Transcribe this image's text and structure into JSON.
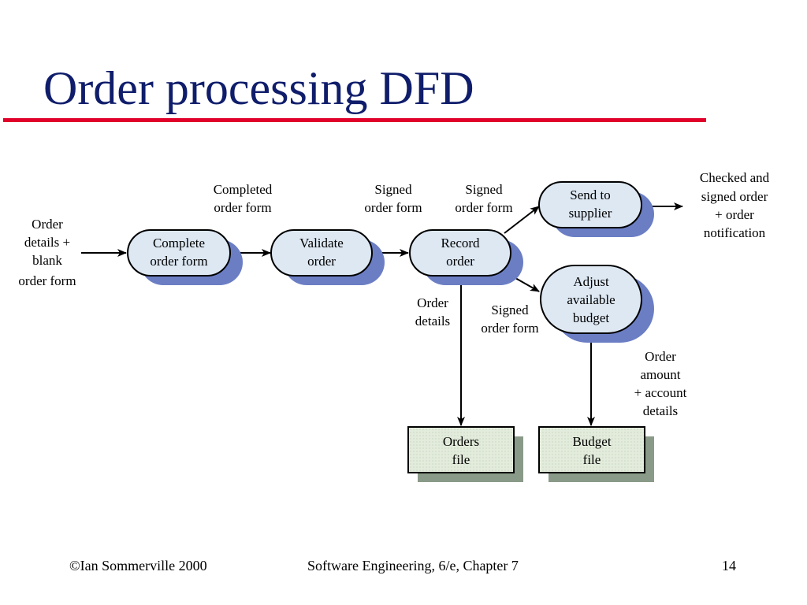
{
  "title": "Order processing DFD",
  "footer": {
    "left": "©Ian Sommerville 2000",
    "center": "Software Engineering, 6/e, Chapter 7",
    "page": "14"
  },
  "colors": {
    "title": "#0f1d6b",
    "rule": "#e0002a",
    "process_fill": "#dde8f3",
    "shadow": "#6b7ec4",
    "store_fill": "#e3ecdc",
    "store_shadow": "#8a9a88"
  },
  "processes": {
    "complete": [
      "Complete",
      "order form"
    ],
    "validate": [
      "Validate",
      "order"
    ],
    "record": [
      "Record",
      "order"
    ],
    "send": [
      "Send to",
      "supplier"
    ],
    "adjust": [
      "Adjust",
      "available",
      "budget"
    ]
  },
  "stores": {
    "orders": [
      "Orders",
      "file"
    ],
    "budget": [
      "Budget",
      "file"
    ]
  },
  "flows": {
    "input": [
      "Order",
      "details +",
      "blank",
      "order form"
    ],
    "completed": [
      "Completed",
      "order form"
    ],
    "signed1": [
      "Signed",
      "order form"
    ],
    "signed2": [
      "Signed",
      "order form"
    ],
    "output": [
      "Checked and",
      "signed order",
      "+ order",
      "notification"
    ],
    "order_details": [
      "Order",
      "details"
    ],
    "signed3": [
      "Signed",
      "order form"
    ],
    "amount": [
      "Order",
      "amount",
      "+ account",
      "details"
    ]
  }
}
